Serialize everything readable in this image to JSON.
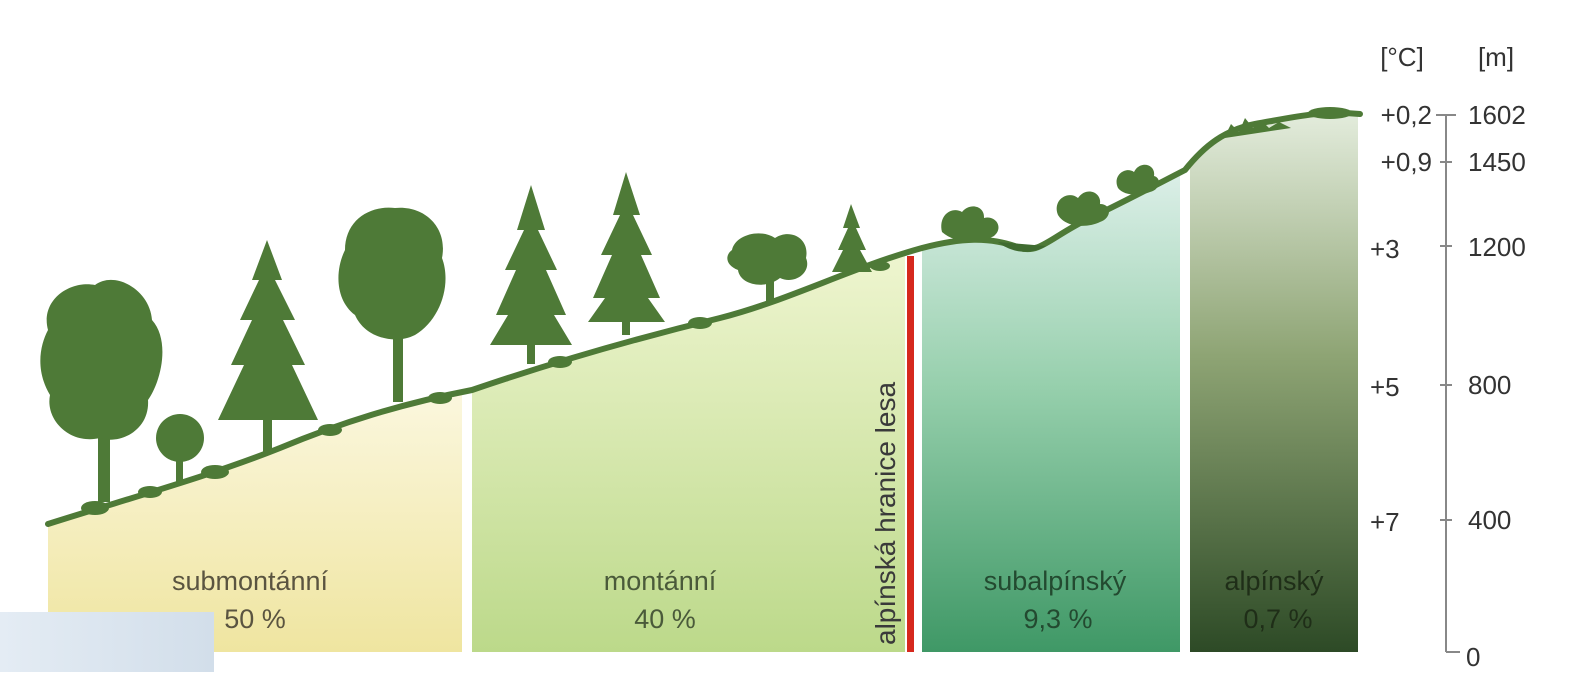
{
  "axis_headers": {
    "temp": "[°C]",
    "alt": "[m]"
  },
  "scale": [
    {
      "temp": "+0,2",
      "alt": "1602"
    },
    {
      "temp": "+0,9",
      "alt": "1450"
    },
    {
      "temp": "+3",
      "alt": "1200"
    },
    {
      "temp": "+5",
      "alt": "800"
    },
    {
      "temp": "+7",
      "alt": "400"
    },
    {
      "temp": "",
      "alt": "0"
    }
  ],
  "zones": [
    {
      "name": "submontánní",
      "percent": "50 %",
      "color": "#efe7a4"
    },
    {
      "name": "montánní",
      "percent": "40 %",
      "color": "#cfe29f"
    },
    {
      "name": "subalpínský",
      "percent": "9,3 %",
      "color": "#5aa57a"
    },
    {
      "name": "alpínský",
      "percent": "0,7 %",
      "color": "#3f5c30"
    }
  ],
  "treeline": {
    "label": "alpínská hranice lesa",
    "color": "#d6281d"
  },
  "vegetation_color": "#4e7a37"
}
